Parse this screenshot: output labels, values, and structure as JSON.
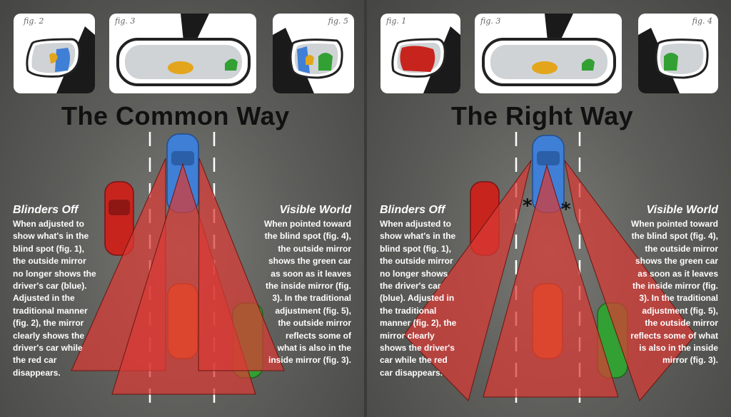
{
  "left_panel": {
    "title": "The Common Way",
    "fig_labels": [
      "fig. 2",
      "fig. 3",
      "fig. 5"
    ],
    "left_heading": "Blinders Off",
    "left_text": "When adjusted to show what's in the blind spot (fig. 1), the outside mirror no longer shows the driver's car (blue). Adjusted in the traditional manner (fig. 2), the mirror clearly shows the driver's car while the red car disappears.",
    "right_heading": "Visible World",
    "right_text": "When pointed toward the blind spot (fig. 4), the outside mirror shows the green car as soon as it leaves the inside mirror (fig. 3). In the traditional adjustment (fig. 5), the outside mirror reflects some of what is also in the inside mirror (fig. 3)."
  },
  "right_panel": {
    "title": "The Right Way",
    "fig_labels": [
      "fig. 1",
      "fig. 3",
      "fig. 4"
    ],
    "left_heading": "Blinders Off",
    "left_text": "When adjusted to show what's in the blind spot (fig. 1), the outside mirror no longer shows the driver's car (blue). Adjusted in the traditional manner (fig. 2), the mirror clearly shows the driver's car while the red car disappears.",
    "right_heading": "Visible World",
    "right_text": "When pointed toward the blind spot (fig. 4), the outside mirror shows the green car as soon as it leaves the inside mirror (fig. 3). In the traditional adjustment (fig. 5), the outside mirror reflects some of what is also in the inside mirror (fig. 3).",
    "asterisks": [
      "*",
      "*"
    ]
  },
  "colors": {
    "driver_car": "#3f7fd6",
    "red_car": "#c8241e",
    "green_car": "#33a033",
    "yellow_car": "#e3a51c",
    "view_cone": "#d93a35",
    "lane_line": "#ffffff"
  }
}
